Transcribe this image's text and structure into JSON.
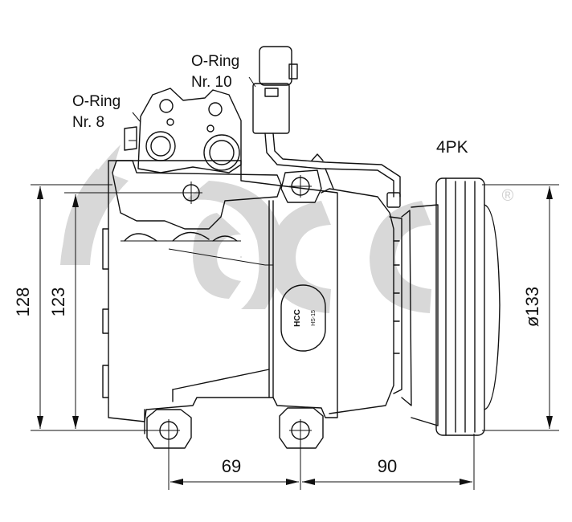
{
  "watermark": {
    "text": "acc",
    "registered_mark": "®",
    "color": "#d8d8d8"
  },
  "labels": {
    "oring_8_line1": "O-Ring",
    "oring_8_line2": "Nr. 8",
    "oring_10_line1": "O-Ring",
    "oring_10_line2": "Nr. 10",
    "belt": "4PK",
    "badge_top": "HCC",
    "badge_model": "HS-15"
  },
  "dimensions": {
    "height_overall": "128",
    "height_mount": "123",
    "pulley_diameter": "ø133",
    "mount_spacing": "69",
    "pulley_offset": "90"
  },
  "colors": {
    "line": "#111111",
    "background": "#ffffff"
  }
}
